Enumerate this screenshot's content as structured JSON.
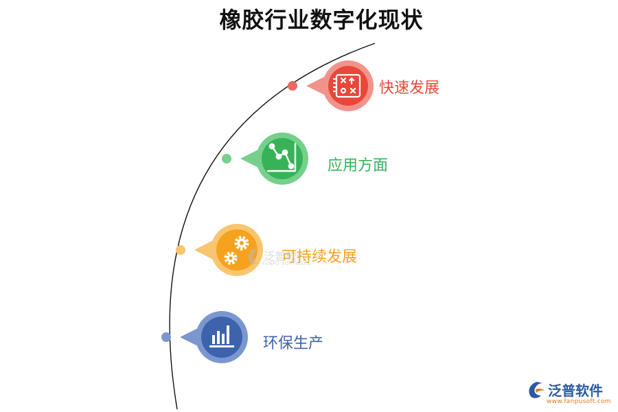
{
  "title": "橡胶行业数字化现状",
  "items": [
    {
      "label": "快速发展",
      "icon": "tasks-board-icon",
      "color": "#e8483a",
      "light": "#f2938b"
    },
    {
      "label": "应用方面",
      "icon": "line-chart-icon",
      "color": "#38b259",
      "light": "#76d08b"
    },
    {
      "label": "可持续发展",
      "icon": "gears-icon",
      "color": "#f6a21e",
      "light": "#f9c56e"
    },
    {
      "label": "环保生产",
      "icon": "bar-chart-icon",
      "color": "#3d63ad",
      "light": "#7b97cf"
    }
  ],
  "watermark": {
    "name": "泛普软件",
    "sub": "FANPU SOFTWARE"
  },
  "brand": {
    "name": "泛普软件",
    "url": "www.fanpusoft.com"
  }
}
